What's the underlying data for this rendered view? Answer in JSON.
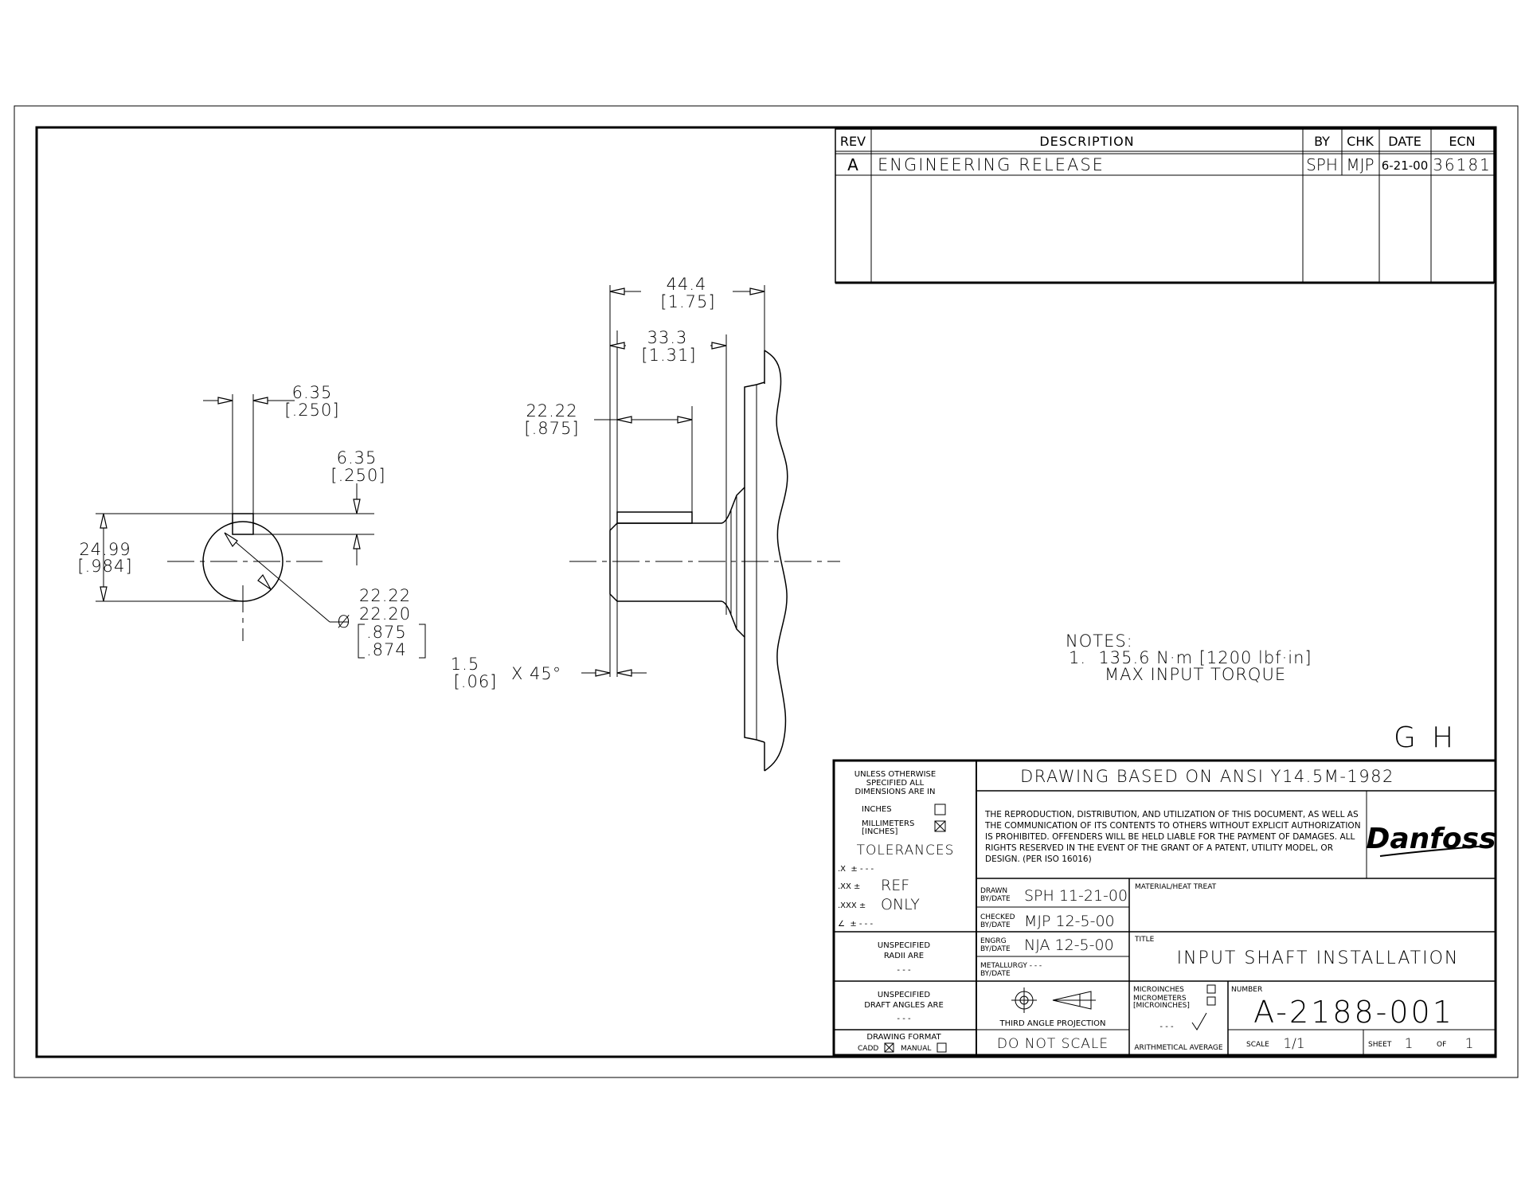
{
  "revision_block": {
    "headers": [
      "REV",
      "DESCRIPTION",
      "BY",
      "CHK",
      "DATE",
      "ECN"
    ],
    "rows": [
      {
        "rev": "A",
        "description": "ENGINEERING RELEASE",
        "by": "SPH",
        "chk": "MJP",
        "date": "6-21-00",
        "ecn": "36181"
      }
    ]
  },
  "dimensions": {
    "key_width_mm": "6.35",
    "key_width_in": "[.250]",
    "key_depth_mm": "6.35",
    "key_depth_in": "[.250]",
    "height_mm": "24.99",
    "height_in": "[.984]",
    "dia_symbol": "Ø",
    "dia_mm_max": "22.22",
    "dia_mm_min": "22.20",
    "dia_in_max": ".875",
    "dia_in_min": ".874",
    "chamfer_mm": "1.5",
    "chamfer_in": "[.06]",
    "chamfer_angle": "X 45°",
    "overall_mm": "44.4",
    "overall_in": "[1.75]",
    "shoulder_mm": "33.3",
    "shoulder_in": "[1.31]",
    "keylen_mm": "22.22",
    "keylen_in": "[.875]"
  },
  "notes": {
    "heading": "NOTES:",
    "line1": "1.  135.6 N·m [1200 lbf·in]",
    "line2": "MAX INPUT TORQUE"
  },
  "zone_letters": [
    "G",
    "H"
  ],
  "title_block": {
    "standard": "DRAWING BASED ON ANSI Y14.5M-1982",
    "units": {
      "line1": "UNLESS OTHERWISE",
      "line2": "SPECIFIED ALL",
      "line3": "DIMENSIONS ARE IN",
      "inches": "INCHES",
      "mm1": "MILLIMETERS",
      "mm2": "[INCHES]"
    },
    "tolerances": {
      "title": "TOLERANCES",
      "x": ".X  ± - - -",
      "xx_prefix": ".XX ±",
      "xx_value": "REF",
      "xxx_prefix": ".XXX ±",
      "xxx_value": "ONLY",
      "angle": "∠  ± - - -"
    },
    "radii": {
      "line1": "UNSPECIFIED",
      "line2": "RADII ARE",
      "value": "- - -"
    },
    "draft": {
      "line1": "UNSPECIFIED",
      "line2": "DRAFT ANGLES ARE",
      "value": "- - -"
    },
    "format": {
      "line1": "DRAWING FORMAT",
      "cadd": "CADD",
      "manual": "MANUAL"
    },
    "legal": [
      "THE REPRODUCTION, DISTRIBUTION, AND UTILIZATION OF THIS DOCUMENT, AS WELL AS",
      "THE COMMUNICATION OF ITS CONTENTS TO OTHERS WITHOUT EXPLICIT AUTHORIZATION",
      "IS PROHIBITED. OFFENDERS WILL BE HELD LIABLE FOR THE PAYMENT OF DAMAGES. ALL",
      "RIGHTS RESERVED IN THE EVENT OF THE GRANT OF A PATENT, UTILITY MODEL, OR",
      "DESIGN. (PER ISO 16016)"
    ],
    "logo": "Danfoss",
    "drawn": {
      "label1": "DRAWN",
      "label2": "BY/DATE",
      "value": "SPH 11-21-00"
    },
    "checked": {
      "label1": "CHECKED",
      "label2": "BY/DATE",
      "value": "MJP 12-5-00"
    },
    "engrg": {
      "label1": "ENGRG",
      "label2": "BY/DATE",
      "value": "NJA 12-5-00"
    },
    "metallurgy": {
      "label1": "METALLURGY - - -",
      "label2": "BY/DATE"
    },
    "material_label": "MATERIAL/HEAT TREAT",
    "title_label": "TITLE",
    "title": "INPUT SHAFT INSTALLATION",
    "projection": "THIRD ANGLE PROJECTION",
    "do_not_scale": "DO NOT SCALE",
    "surface": {
      "micro1": "MICROINCHES",
      "micro2": "MICROMETERS",
      "micro3": "[MICROINCHES]",
      "value": "- - -",
      "avg": "ARITHMETICAL AVERAGE"
    },
    "number_label": "NUMBER",
    "number": "A-2188-001",
    "scale_label": "SCALE",
    "scale": "1/1",
    "sheet_label": "SHEET",
    "sheet": "1",
    "of_label": "OF",
    "of": "1"
  }
}
